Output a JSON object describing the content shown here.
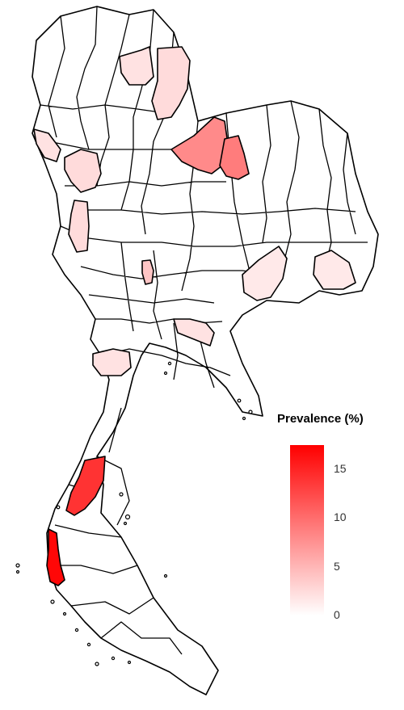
{
  "legend": {
    "title": "Prevalence (%)",
    "min": 0,
    "max": 17.5,
    "color_low": "#ffffff",
    "color_high": "#ff0000",
    "ticks": [
      {
        "value": 15,
        "label": "15"
      },
      {
        "value": 10,
        "label": "10"
      },
      {
        "value": 5,
        "label": "5"
      },
      {
        "value": 0,
        "label": "0"
      }
    ]
  },
  "colors": {
    "border": "#000000",
    "background": "#ffffff"
  },
  "provinces": [
    {
      "id": "north-1",
      "value": 2
    },
    {
      "id": "north-2",
      "value": 2.5
    },
    {
      "id": "north-3",
      "value": 2
    },
    {
      "id": "north-4",
      "value": 2.5
    },
    {
      "id": "north-5",
      "value": 2.5
    },
    {
      "id": "northeast-1",
      "value": 8
    },
    {
      "id": "northeast-2",
      "value": 9
    },
    {
      "id": "northeast-3",
      "value": 1.5
    },
    {
      "id": "northeast-4",
      "value": 1.5
    },
    {
      "id": "central-1",
      "value": 4
    },
    {
      "id": "central-2",
      "value": 2
    },
    {
      "id": "west-1",
      "value": 2
    },
    {
      "id": "south-1",
      "value": 14
    },
    {
      "id": "south-2",
      "value": 17
    }
  ]
}
